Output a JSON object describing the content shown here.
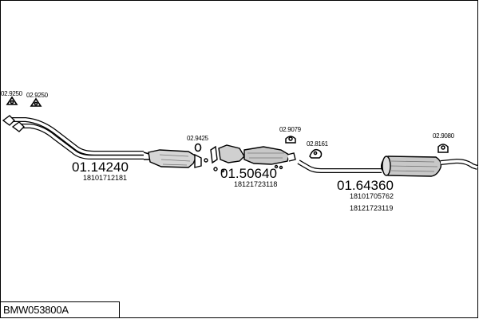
{
  "diagram": {
    "title": "BMW053800A",
    "assemblies": [
      {
        "part": "01.14240",
        "oem": [
          "18101712181"
        ]
      },
      {
        "part": "01.50640",
        "oem": [
          "18121723118"
        ]
      },
      {
        "part": "01.64360",
        "oem": [
          "18101705762",
          "18121723119"
        ]
      }
    ],
    "fittings": [
      {
        "code": "02.9250"
      },
      {
        "code": "02.9250"
      },
      {
        "code": "02.9425"
      },
      {
        "code": "02.9079"
      },
      {
        "code": "02.8161"
      },
      {
        "code": "02.9080"
      }
    ]
  }
}
